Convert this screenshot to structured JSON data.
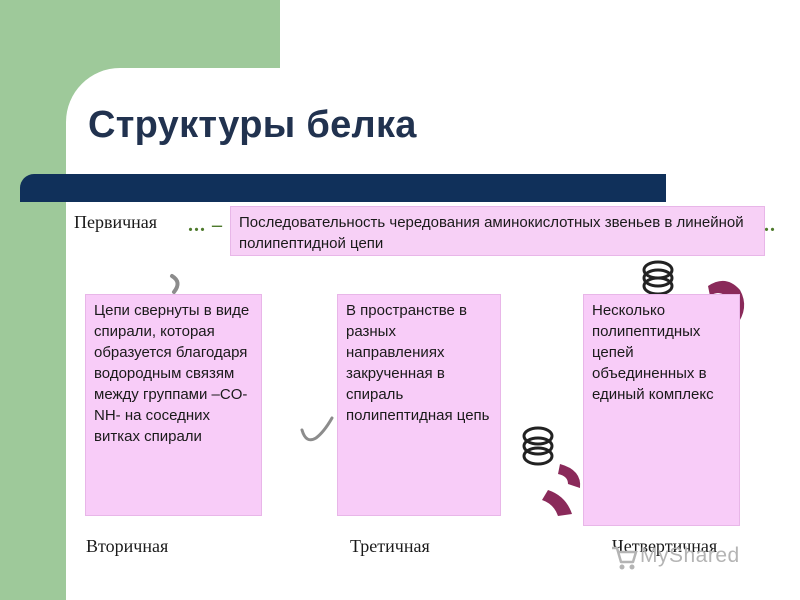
{
  "slide": {
    "title": "Структуры белка",
    "labels": {
      "primary": "Первичная",
      "secondary": "Вторичная",
      "tertiary": "Третичная",
      "quaternary": "Четвертичная"
    },
    "dots_left": "... –",
    "dots_right": "..",
    "descriptions": {
      "primary": "Последовательность чередования аминокислотных звеньев в линейной полипептидной цепи",
      "secondary": "Цепи свернуты в виде спирали, которая образуется благодаря водородным связям между группами –CO-NH- на соседних витках спирали",
      "tertiary": "В пространстве в разных направлениях закрученная в спираль полипептидная цепь",
      "quaternary": "Несколько полипептидных цепей объединенных в единый комплекс"
    },
    "watermark": "MyShared",
    "colors": {
      "green_block": "#9ec99a",
      "title": "#21324f",
      "bar": "#10305a",
      "box": "#f8ccf8",
      "dots": "#4e7a2c",
      "protein": "#8a2a5a"
    }
  }
}
